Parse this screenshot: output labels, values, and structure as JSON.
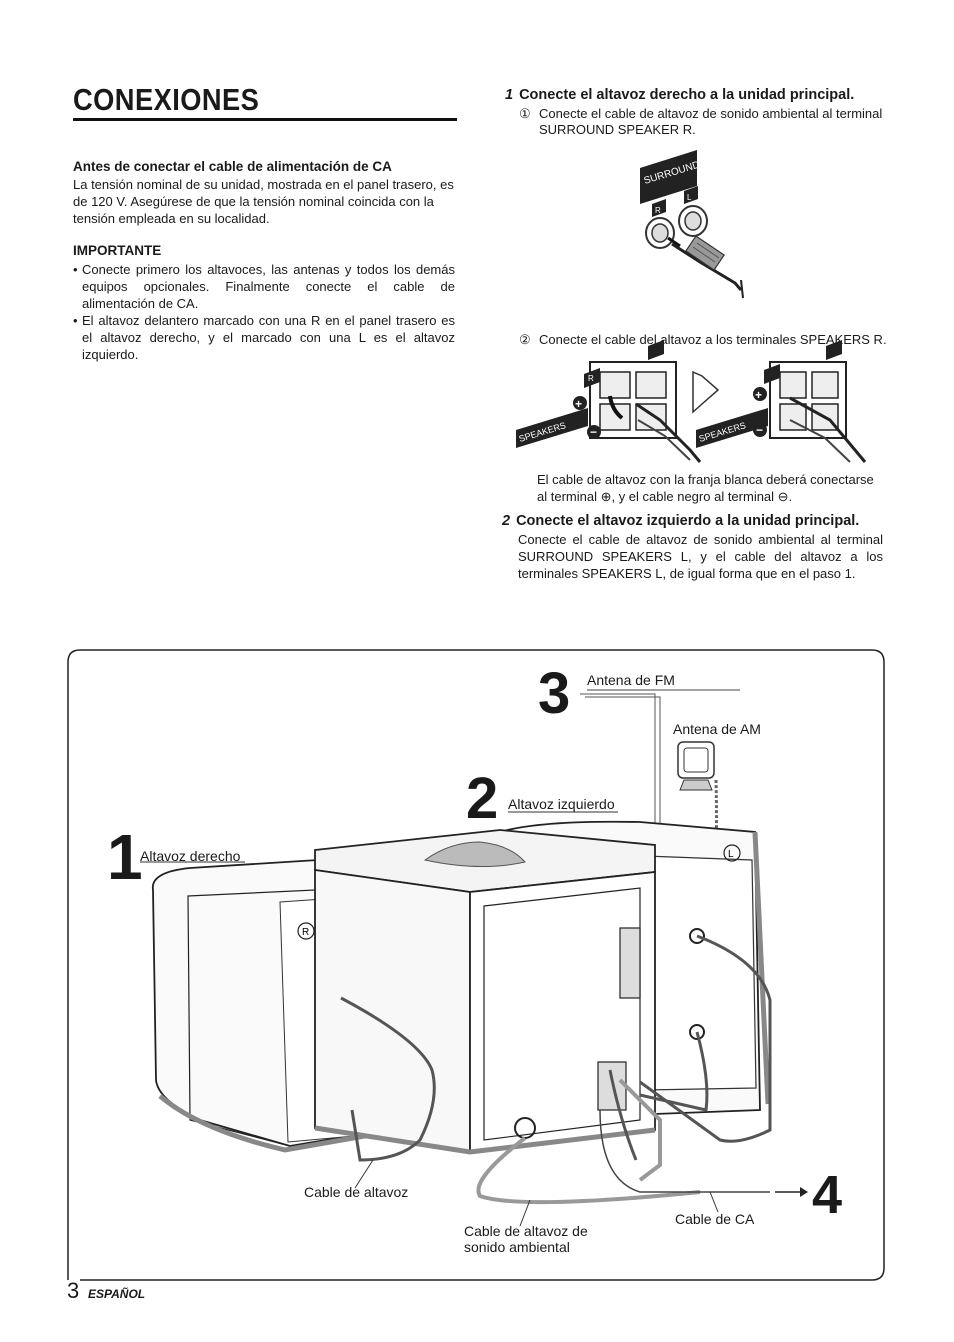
{
  "title": "CONEXIONES",
  "left": {
    "power_heading": "Antes de conectar el cable de alimentación de CA",
    "power_text": "La tensión nominal de su unidad, mostrada en el panel trasero, es de 120 V. Asegúrese de que la tensión nominal coincida con la tensión empleada en su localidad.",
    "important_heading": "IMPORTANTE",
    "important_bullets": [
      "Conecte primero los altavoces, las antenas y todos los demás equipos opcionales. Finalmente conecte el cable de alimentación de CA.",
      "El altavoz delantero marcado con una R en el panel trasero es el altavoz derecho, y el marcado con una L es el altavoz izquierdo."
    ]
  },
  "step1": {
    "number": "1",
    "heading": "Conecte el altavoz derecho a la unidad principal.",
    "sub1_mark": "①",
    "sub1_text": "Conecte el cable de altavoz de sonido ambiental al terminal SURROUND SPEAKER R.",
    "sub2_mark": "②",
    "sub2_text": "Conecte el cable del altavoz a los terminales SPEAKERS R.",
    "note": "El cable de altavoz con la franja blanca deberá conectarse al terminal ⊕, y el cable negro al terminal ⊖."
  },
  "step2": {
    "number": "2",
    "heading": "Conecte el altavoz izquierdo a la unidad principal.",
    "text": "Conecte el cable de altavoz de sonido ambiental al terminal SURROUND SPEAKERS L, y el cable del altavoz a los terminales SPEAKERS L, de igual forma que en el paso 1."
  },
  "mini_diagrams": {
    "surround_label": "SURROUND SPEAKERS",
    "speakers_label": "SPEAKERS",
    "r": "R",
    "l": "L",
    "plus": "+",
    "minus": "−"
  },
  "diagram": {
    "n1": "1",
    "label1": "Altavoz derecho",
    "n2": "2",
    "label2": "Altavoz izquierdo",
    "n3": "3",
    "label_fm": "Antena de FM",
    "label_am": "Antena de AM",
    "n4": "4",
    "label_speaker_cable": "Cable de altavoz",
    "label_surround_cable_1": "Cable de altavoz de",
    "label_surround_cable_2": "sonido ambiental",
    "label_ac": "Cable de CA",
    "badge_r": "R",
    "badge_l": "L"
  },
  "footer": {
    "page_number": "3",
    "language": "ESPAÑOL"
  },
  "colors": {
    "ink": "#1a1a1a",
    "gray": "#8a8a8a",
    "light_gray": "#d8d8d8"
  }
}
